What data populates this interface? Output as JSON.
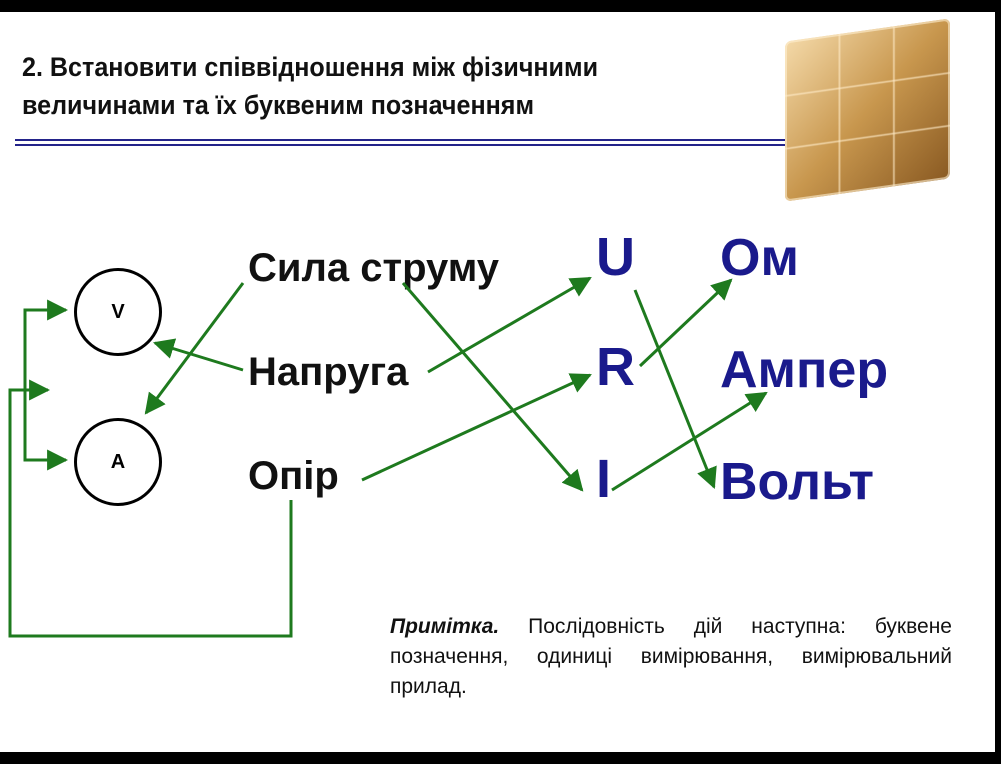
{
  "title": {
    "line1": "2. Встановити співвідношення між фізичними",
    "line2": "величинами та їх буквеним позначенням"
  },
  "quantities": [
    "Сила струму",
    "Напруга",
    "Опір"
  ],
  "symbols": [
    "U",
    "R",
    "I"
  ],
  "units": [
    "Ом",
    "Ампер",
    "Вольт"
  ],
  "meters": [
    "V",
    "A"
  ],
  "note": {
    "label": "Примітка.",
    "text": " Послідовність дій наступна: буквене позначення, одиниці вимірювання, вимірювальний прилад."
  },
  "colors": {
    "arrow": "#1e7a1e",
    "symbol": "#1a1a8c",
    "rule": "#23238a"
  }
}
